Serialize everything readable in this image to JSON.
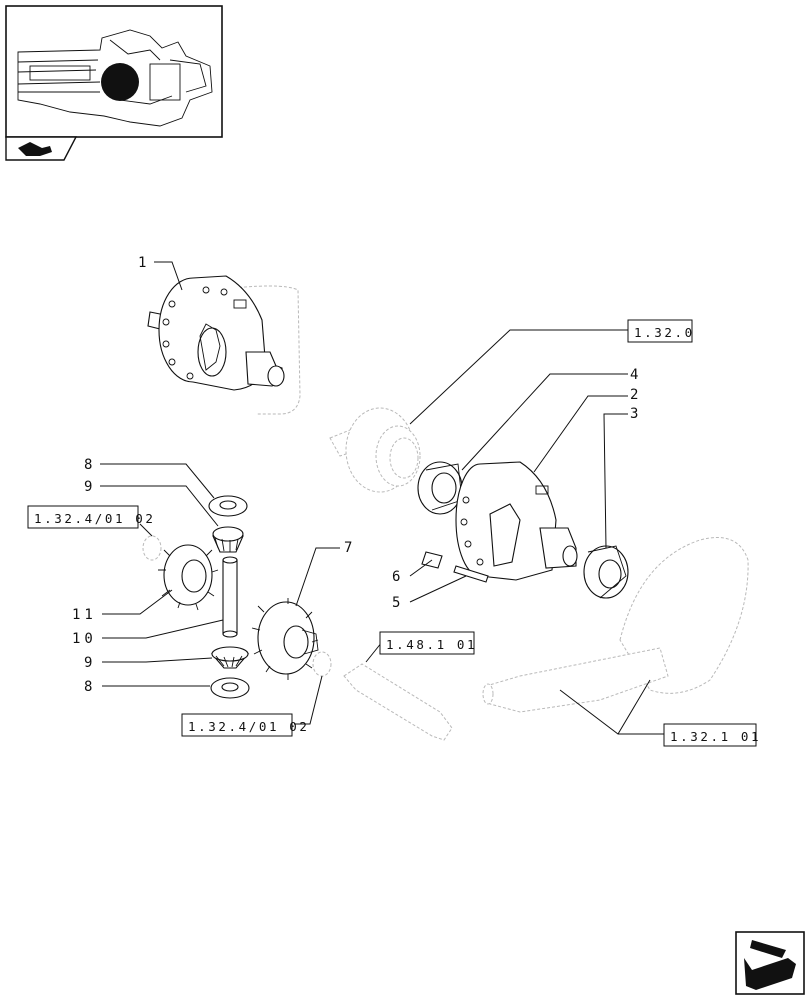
{
  "callouts": [
    {
      "id": "c1",
      "text": "1"
    },
    {
      "id": "c4",
      "text": "4"
    },
    {
      "id": "c2",
      "text": "2"
    },
    {
      "id": "c3",
      "text": "3"
    },
    {
      "id": "c8a",
      "text": "8"
    },
    {
      "id": "c9a",
      "text": "9"
    },
    {
      "id": "c7",
      "text": "7"
    },
    {
      "id": "c6",
      "text": "6"
    },
    {
      "id": "c5",
      "text": "5"
    },
    {
      "id": "c11",
      "text": "11"
    },
    {
      "id": "c10",
      "text": "10"
    },
    {
      "id": "c9b",
      "text": "9"
    },
    {
      "id": "c8b",
      "text": "8"
    }
  ],
  "references": [
    {
      "id": "r1320",
      "text": "1.32.0"
    },
    {
      "id": "r13240102a",
      "text": "1.32.4/01 02"
    },
    {
      "id": "r14801",
      "text": "1.48.1 01"
    },
    {
      "id": "r13240102b",
      "text": "1.32.4/01 02"
    },
    {
      "id": "r13201",
      "text": "1.32.1 01"
    }
  ],
  "icons": {
    "thumbnail": "axle-thumbnail-icon",
    "nav_top": "page-back-arrow-icon",
    "nav_bottom": "next-page-arrow-icon"
  }
}
